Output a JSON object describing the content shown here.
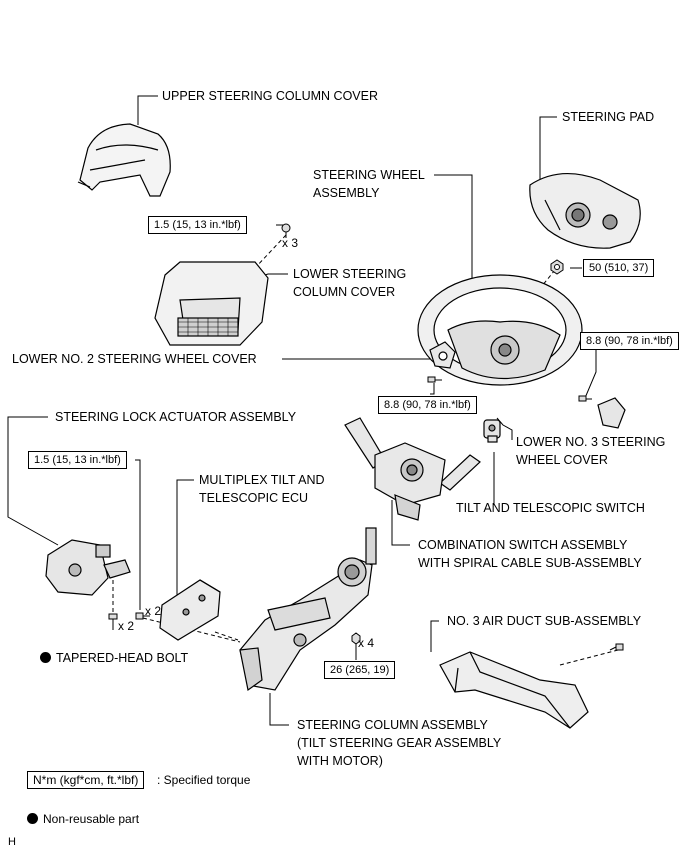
{
  "labels": {
    "upper_cover": "UPPER STEERING COLUMN COVER",
    "steering_pad": "STEERING PAD",
    "steering_wheel": "STEERING WHEEL\nASSEMBLY",
    "lower_cover": "LOWER STEERING\nCOLUMN COVER",
    "lower_no2": "LOWER NO. 2 STEERING WHEEL COVER",
    "lock_actuator": "STEERING LOCK ACTUATOR ASSEMBLY",
    "lower_no3": "LOWER NO. 3 STEERING\nWHEEL COVER",
    "multiplex_ecu": "MULTIPLEX TILT AND\nTELESCOPIC ECU",
    "tilt_switch": "TILT AND TELESCOPIC SWITCH",
    "combination_switch": "COMBINATION SWITCH ASSEMBLY\nWITH SPIRAL CABLE SUB-ASSEMBLY",
    "air_duct": "NO. 3 AIR DUCT SUB-ASSEMBLY",
    "tapered_bolt": "TAPERED-HEAD BOLT",
    "steering_column": "STEERING COLUMN ASSEMBLY\n(TILT STEERING GEAR ASSEMBLY\nWITH MOTOR)"
  },
  "torques": {
    "t1": "1.5 (15, 13 in.*lbf)",
    "t2": "50 (510, 37)",
    "t3": "8.8 (90, 78 in.*lbf)",
    "t4": "8.8 (90, 78 in.*lbf)",
    "t5": "1.5 (15, 13 in.*lbf)",
    "t6": "26 (265, 19)"
  },
  "quantities": {
    "q1": "x 3",
    "q2": "x 2",
    "q3": "x 2",
    "q4": "x 4"
  },
  "legend": {
    "torque_box": "N*m (kgf*cm, ft.*lbf)",
    "torque_text": ": Specified torque",
    "nonreusable_text": "Non-reusable part"
  },
  "footer": {
    "code": "H"
  }
}
